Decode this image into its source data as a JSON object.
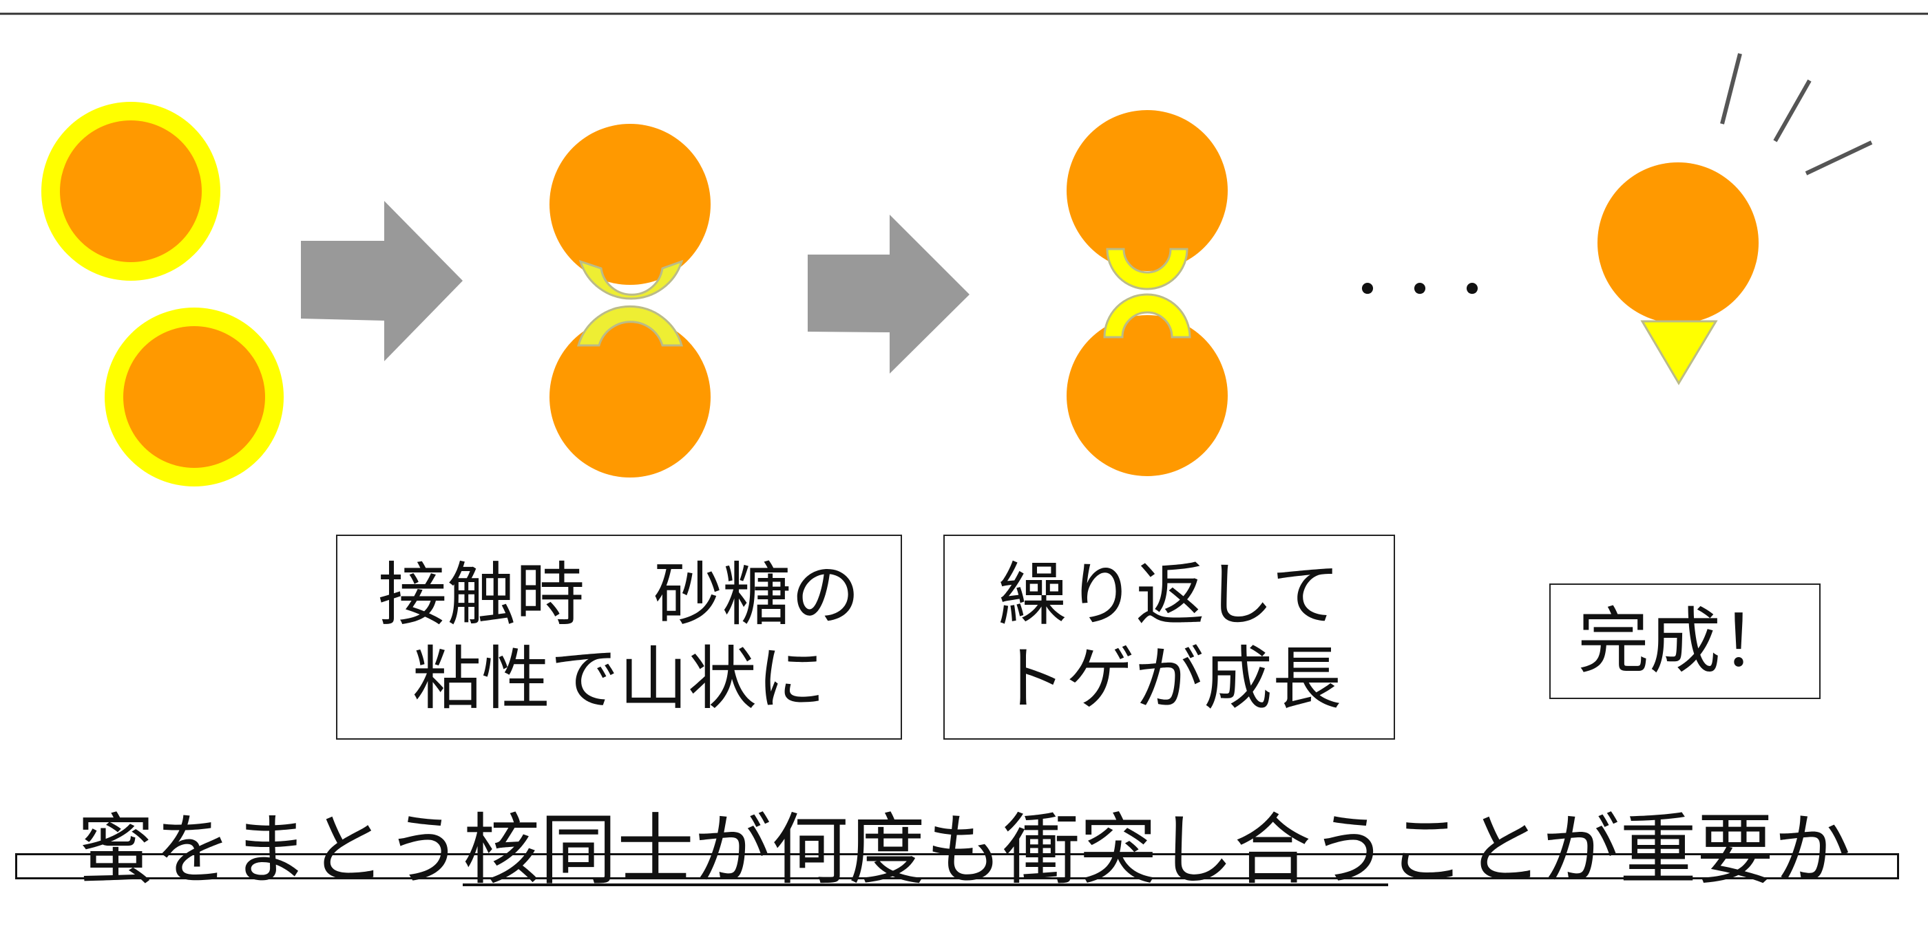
{
  "colors": {
    "core": "#FF9900",
    "coating": "#FFFF00",
    "arrow": "#999999",
    "bridge": "#EEEE33",
    "ray": "#555555"
  },
  "ellipsis": "・・・",
  "steps": {
    "contact": {
      "line1": "接触時　砂糖の",
      "line2": "粘性で山状に"
    },
    "repeat": {
      "line1": "繰り返して",
      "line2": "トゲが成長"
    },
    "done": {
      "label": "完成！"
    }
  },
  "conclusion": {
    "before": "蜜をまとう",
    "underlined": "核同士が何度も衝突し合う",
    "after": "ことが重要か"
  }
}
